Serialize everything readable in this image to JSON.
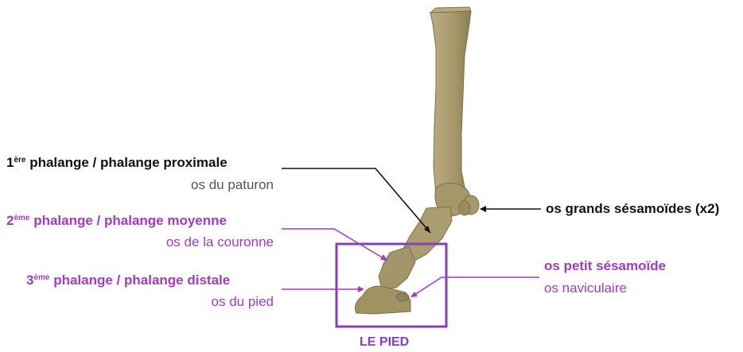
{
  "colors": {
    "accent_purple": "#a23bbf",
    "frame_purple": "#8a3cc0",
    "bone": "#a79a6c",
    "text_black": "#111111",
    "text_grey": "#555555"
  },
  "labels": {
    "p1": {
      "num": "1",
      "sup": "ère",
      "title": " phalange / phalange proximale",
      "sub": "os du paturon"
    },
    "p2": {
      "num": "2",
      "sup": "ème",
      "title": " phalange / phalange moyenne",
      "sub": "os de la couronne"
    },
    "p3": {
      "num": "3",
      "sup": "ème",
      "title": " phalange / phalange distale",
      "sub": "os du pied"
    },
    "grands_sesamoides": "os grands sésamoïdes (x2)",
    "petit_sesamoide": {
      "title": "os petit sésamoïde",
      "sub": "os naviculaire"
    },
    "pied": "LE PIED"
  }
}
